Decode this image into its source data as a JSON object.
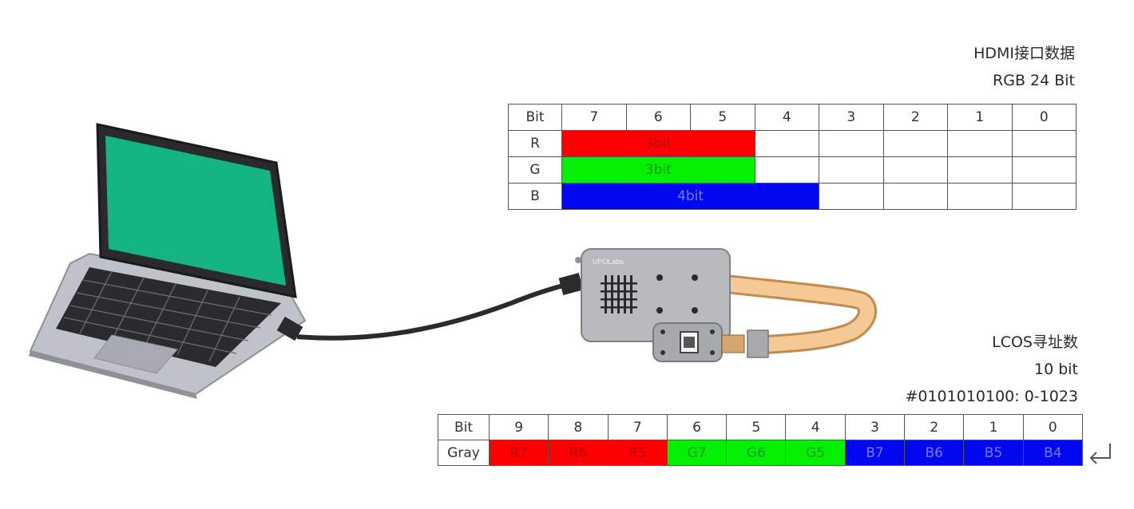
{
  "hdmi": {
    "title": "HDMI接口数据",
    "subtitle": "RGB 24 Bit",
    "header": [
      "Bit",
      "7",
      "6",
      "5",
      "4",
      "3",
      "2",
      "1",
      "0"
    ],
    "rows": [
      {
        "label": "R",
        "bar_label": "3bit",
        "span": 3,
        "color": "#fe0000"
      },
      {
        "label": "G",
        "bar_label": "3bit",
        "span": 3,
        "color": "#05f005"
      },
      {
        "label": "B",
        "bar_label": "4bit",
        "span": 4,
        "color": "#0008f0"
      }
    ]
  },
  "lcos": {
    "title": "LCOS寻址数",
    "subtitle": "10 bit",
    "example": "#0101010100: 0-1023",
    "header": [
      "Bit",
      "9",
      "8",
      "7",
      "6",
      "5",
      "4",
      "3",
      "2",
      "1",
      "0"
    ],
    "row_label": "Gray",
    "cells": [
      {
        "text": "R7",
        "color": "red"
      },
      {
        "text": "R6",
        "color": "red"
      },
      {
        "text": "R5",
        "color": "red"
      },
      {
        "text": "G7",
        "color": "green"
      },
      {
        "text": "G6",
        "color": "green"
      },
      {
        "text": "G5",
        "color": "green"
      },
      {
        "text": "B7",
        "color": "blue"
      },
      {
        "text": "B6",
        "color": "blue"
      },
      {
        "text": "B5",
        "color": "blue"
      },
      {
        "text": "B4",
        "color": "blue"
      }
    ]
  },
  "device": {
    "logo": "UPOLabs"
  },
  "icons": [
    "laptop-icon",
    "hdmi-cable-icon",
    "driver-box-icon",
    "slm-panel-icon",
    "return-arrow-icon"
  ]
}
